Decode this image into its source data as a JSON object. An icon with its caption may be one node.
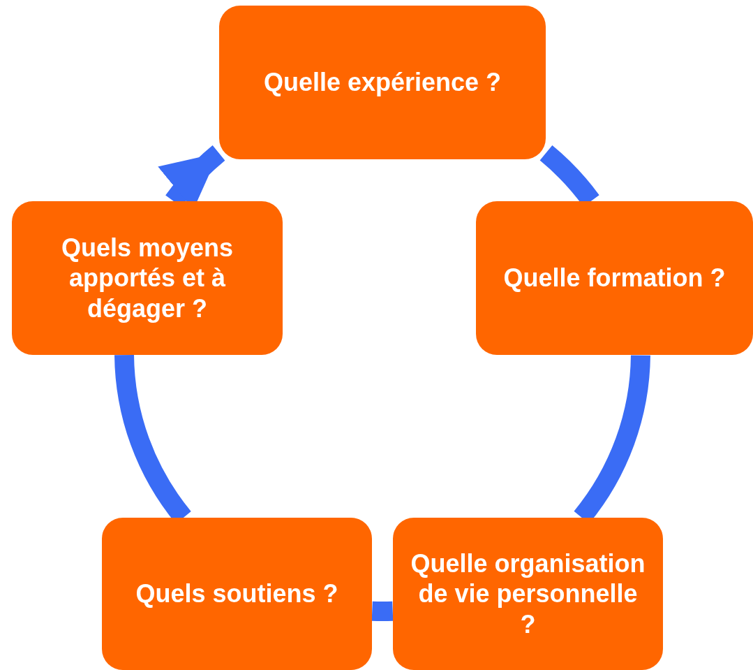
{
  "diagram": {
    "nodes": [
      {
        "text": [
          "Quelle expérience ?"
        ]
      },
      {
        "text": [
          "Quelle formation ?"
        ]
      },
      {
        "text": [
          "Quelle organisation de vie personnelle ?"
        ]
      },
      {
        "text": [
          "Quels soutiens ?"
        ]
      },
      {
        "text": [
          "Quels moyens apportés et à dégager ?"
        ]
      }
    ],
    "edges": [
      {
        "from": 0,
        "to": 1,
        "arrow": "none"
      },
      {
        "from": 1,
        "to": 2,
        "arrow": "none"
      },
      {
        "from": 2,
        "to": 3,
        "arrow": "none"
      },
      {
        "from": 3,
        "to": 4,
        "arrow": "none"
      },
      {
        "from": 4,
        "to": 0,
        "arrow": "to"
      }
    ]
  }
}
